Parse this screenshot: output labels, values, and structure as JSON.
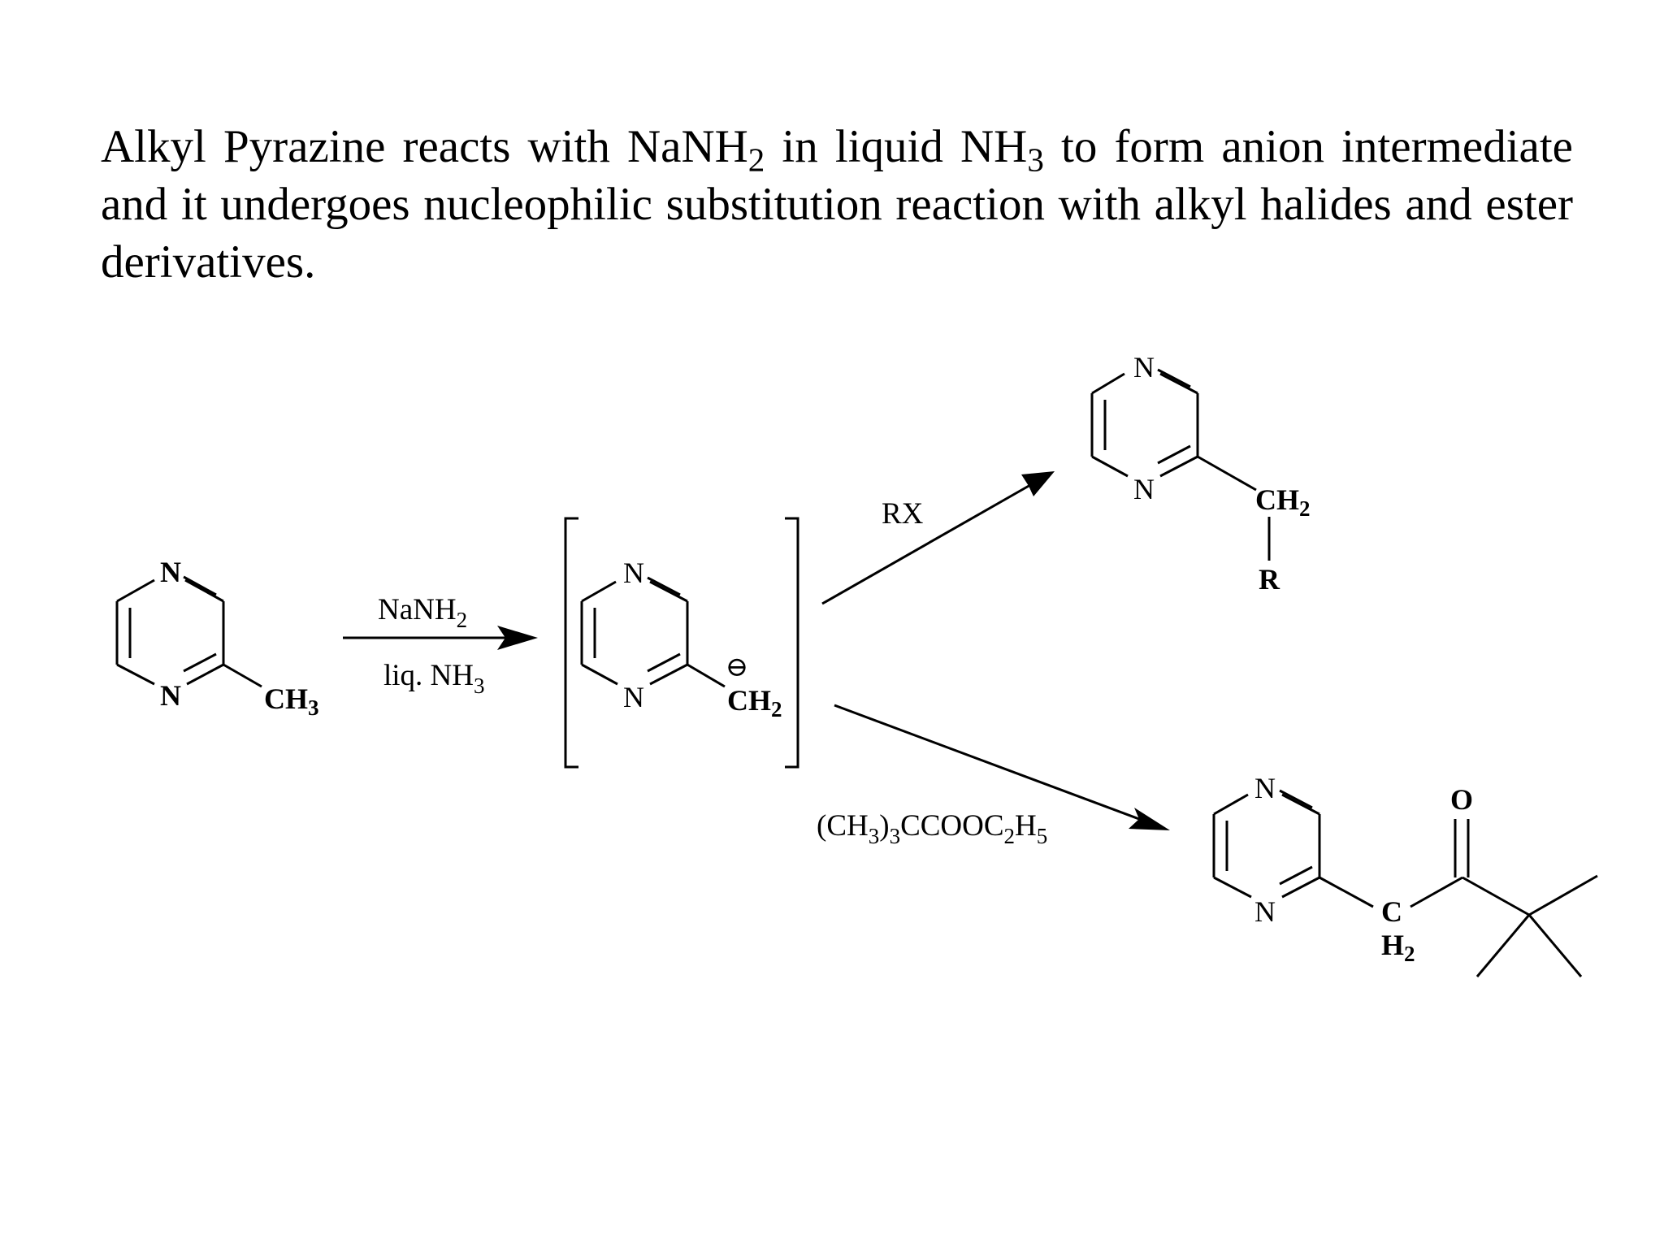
{
  "description": {
    "seg1": "Alkyl Pyrazine reacts with NaNH",
    "sub1": "2",
    "seg2": " in liquid NH",
    "sub2": "3",
    "seg3": " to form anion intermediate and it undergoes nucleophilic substitution reaction with alkyl halides and ester derivatives."
  },
  "atoms": {
    "nitrogen": "N",
    "oxygen": "O",
    "r_group": "R",
    "ch3": "CH",
    "ch3_sub": "3",
    "ch2": "CH",
    "ch2_sub": "2",
    "c": "C",
    "h2": "H",
    "h2_sub": "2",
    "negative_charge": "⊖"
  },
  "reagents": {
    "step1_above": "NaNH",
    "step1_above_sub": "2",
    "step1_below": "liq. NH",
    "step1_below_sub": "3",
    "path_upper": "RX",
    "path_lower_parts": [
      "(CH",
      "3",
      ")",
      "3",
      "CCOOC",
      "2",
      "H",
      "5"
    ]
  }
}
